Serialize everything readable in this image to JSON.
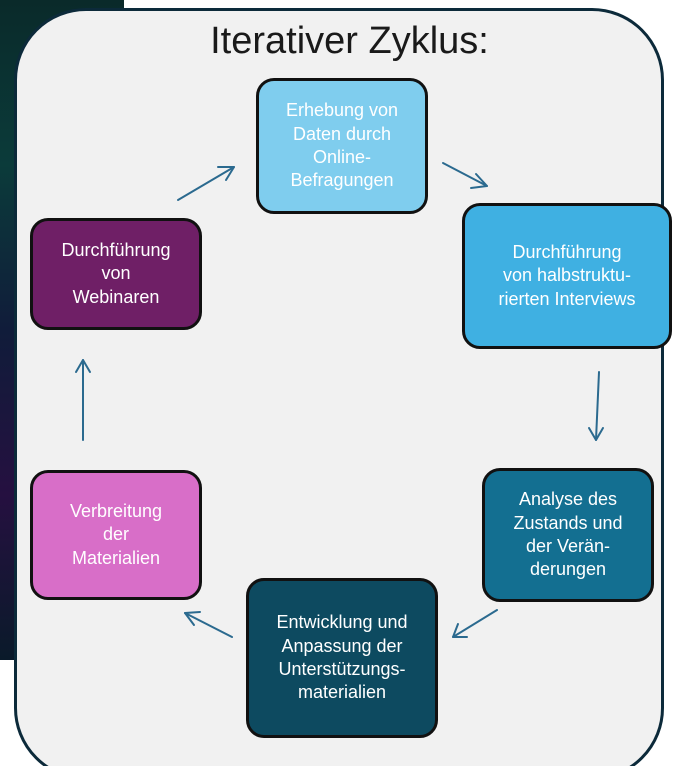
{
  "title": "Iterativer Zyklus:",
  "colors": {
    "frame_fill": "#f1f1f1",
    "frame_border": "#0c2a3a",
    "arrow": "#2b6a8f",
    "node_border": "#111111"
  },
  "steps": [
    {
      "label": "Erhebung von\nDaten durch\nOnline-\nBefragungen",
      "color": "#7fcdee"
    },
    {
      "label": "Durchführung\nvon halbstruktu-\nrierten Interviews",
      "color": "#3fb0e2"
    },
    {
      "label": "Analyse des\nZustands und\nder Verän-\nderungen",
      "color": "#136f91"
    },
    {
      "label": "Entwicklung und\nAnpassung der\nUnterstützungs-\nmaterialien",
      "color": "#0d4a60"
    },
    {
      "label": "Verbreitung\nder\nMaterialien",
      "color": "#d86ec8"
    },
    {
      "label": "Durchführung\nvon\nWebinaren",
      "color": "#6f1f66"
    }
  ]
}
